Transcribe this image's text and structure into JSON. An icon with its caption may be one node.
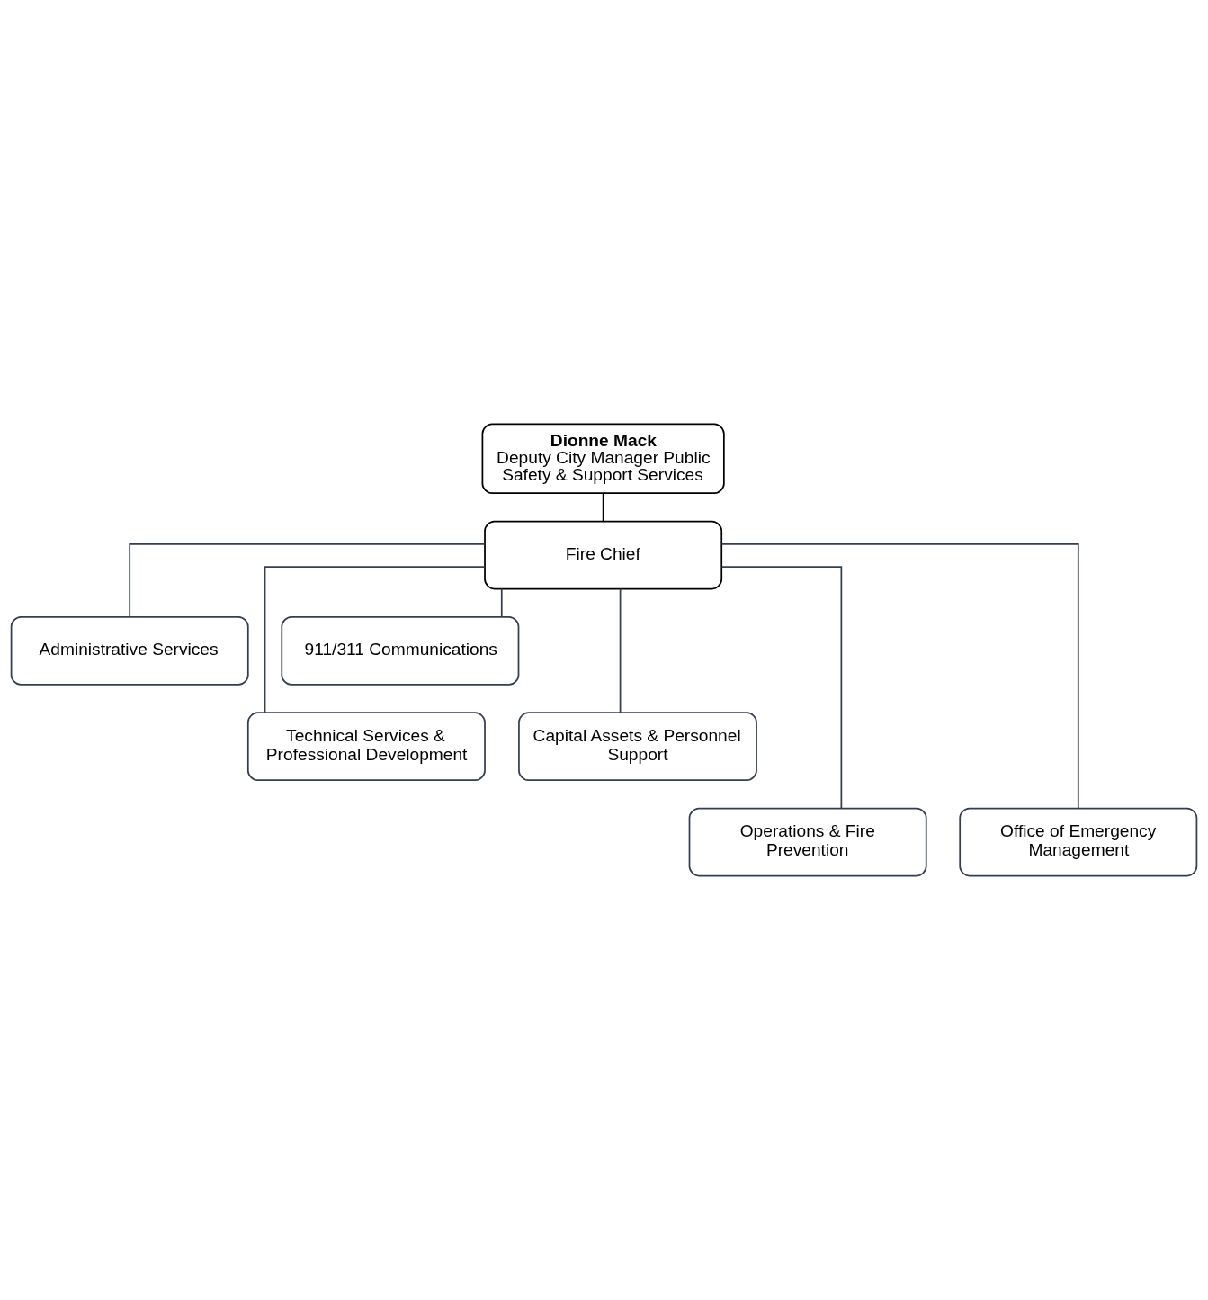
{
  "diagram": {
    "nodes": [
      {
        "text": [
          "Dionne Mack",
          "Deputy City Manager Public Safety & Support Services"
        ]
      },
      {
        "text": [
          "Fire Chief"
        ]
      },
      {
        "text": [
          "Administrative Services"
        ]
      },
      {
        "text": [
          "911/311 Communications"
        ]
      },
      {
        "text": [
          "Technical Services & Professional Development"
        ]
      },
      {
        "text": [
          "Capital Assets & Personnel Support"
        ]
      },
      {
        "text": [
          "Operations & Fire Prevention"
        ]
      },
      {
        "text": [
          "Office of Emergency Management"
        ]
      }
    ],
    "edges": [
      {
        "from": 0,
        "to": 1,
        "arrow": "none",
        "color": "#000000"
      },
      {
        "from": 1,
        "to": 2,
        "arrow": "none"
      },
      {
        "from": 1,
        "to": 3,
        "arrow": "none"
      },
      {
        "from": 1,
        "to": 4,
        "arrow": "none"
      },
      {
        "from": 1,
        "to": 5,
        "arrow": "none"
      },
      {
        "from": 1,
        "to": 6,
        "arrow": "none"
      },
      {
        "from": 1,
        "to": 7,
        "arrow": "none"
      }
    ]
  }
}
